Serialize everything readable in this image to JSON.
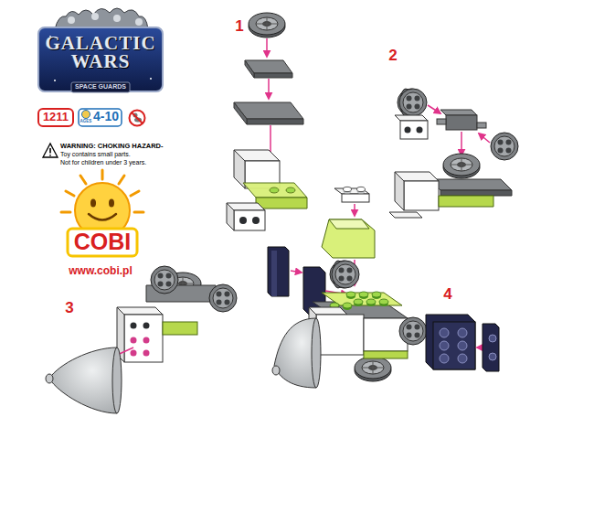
{
  "diagram": {
    "title": "GALACTIC WARS",
    "labels": [
      "SPACE GUARDS",
      "1211",
      "AGES",
      "4-10",
      "WARNING: CHOKING HAZARD-",
      "Toy contains small parts.",
      "Not for children under 3 years.",
      "COBI",
      "www.cobi.pl",
      "1",
      "2",
      "3",
      "4"
    ]
  }
}
